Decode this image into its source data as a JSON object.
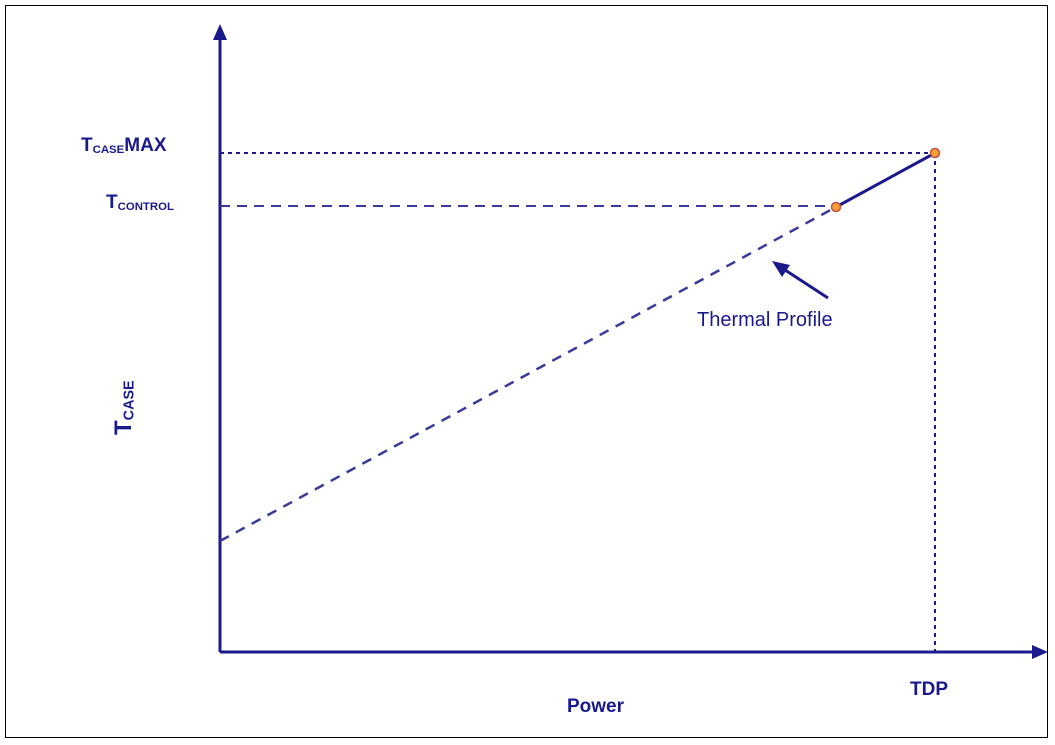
{
  "diagram": {
    "y_axis": {
      "label_main": "T",
      "label_sub": "CASE"
    },
    "x_axis": {
      "label": "Power"
    },
    "ticks": {
      "tcase_max": {
        "main": "T",
        "sub": "CASE",
        "suffix": "MAX"
      },
      "tcontrol": {
        "main": "T",
        "sub": "CONTROL"
      },
      "tdp": "TDP"
    },
    "annotation": "Thermal Profile",
    "colors": {
      "axis": "#1a1a8c",
      "line": "#3a3a9a",
      "marker_fill": "#f5a030",
      "marker_stroke": "#c0504d"
    }
  }
}
